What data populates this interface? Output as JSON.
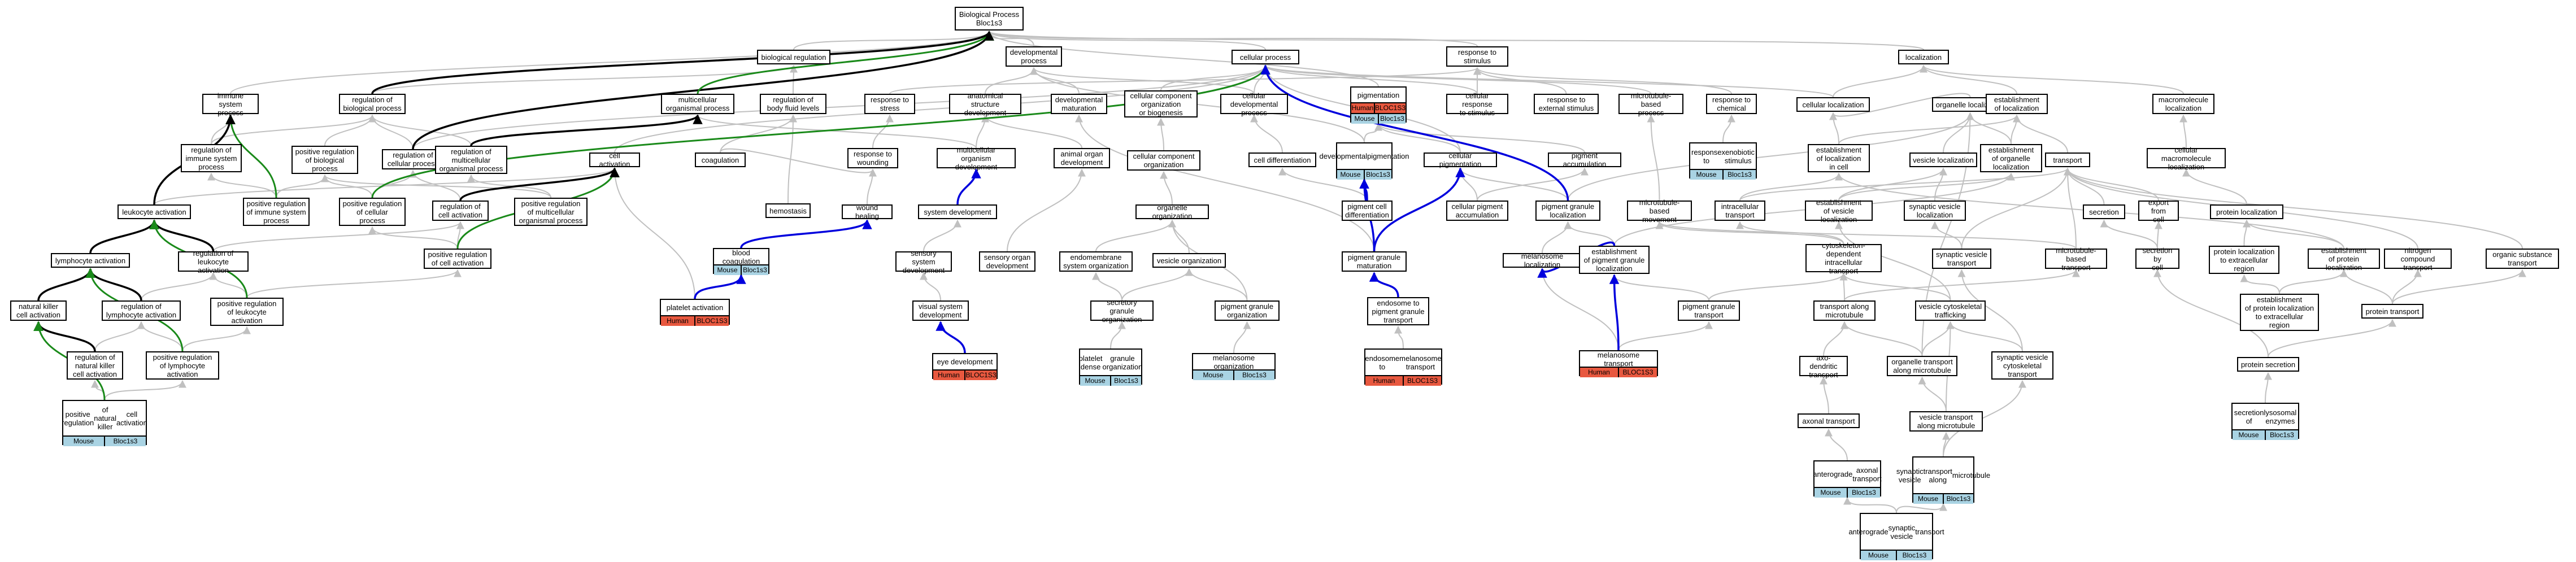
{
  "graph": {
    "nodes": [
      {
        "id": "bp",
        "lines": [
          "Biological Process",
          "Bloc1s3"
        ]
      },
      {
        "id": "breg",
        "lines": [
          "biological regulation"
        ]
      },
      {
        "id": "devproc",
        "lines": [
          "developmental",
          "process"
        ]
      },
      {
        "id": "cellproc",
        "lines": [
          "cellular process"
        ]
      },
      {
        "id": "resp",
        "lines": [
          "response to",
          "stimulus"
        ]
      },
      {
        "id": "loc",
        "lines": [
          "localization"
        ]
      },
      {
        "id": "imm",
        "lines": [
          "immune system",
          "process"
        ]
      },
      {
        "id": "regbp",
        "lines": [
          "regulation of",
          "biological process"
        ]
      },
      {
        "id": "multi",
        "lines": [
          "multicellular",
          "organismal process"
        ]
      },
      {
        "id": "regbq",
        "lines": [
          "regulation of",
          "body fluid levels"
        ]
      },
      {
        "id": "rstress",
        "lines": [
          "response to",
          "stress"
        ]
      },
      {
        "id": "anat",
        "lines": [
          "anatomical structure",
          "development"
        ]
      },
      {
        "id": "devmat",
        "lines": [
          "developmental",
          "maturation"
        ]
      },
      {
        "id": "ccorg",
        "lines": [
          "cellular component",
          "organization",
          "or biogenesis"
        ]
      },
      {
        "id": "celldev",
        "lines": [
          "cellular developmental",
          "process"
        ]
      },
      {
        "id": "pigm",
        "lines": [
          "pigmentation"
        ],
        "tags": [
          "Human",
          "BLOC1S3",
          "Mouse",
          "Bloc1s3"
        ]
      },
      {
        "id": "cellresp",
        "lines": [
          "cellular response",
          "to stimulus"
        ]
      },
      {
        "id": "rext",
        "lines": [
          "response to",
          "external stimulus"
        ]
      },
      {
        "id": "mtproc",
        "lines": [
          "microtubule-based",
          "process"
        ]
      },
      {
        "id": "rchem",
        "lines": [
          "response to",
          "chemical"
        ]
      },
      {
        "id": "cellloc",
        "lines": [
          "cellular localization"
        ]
      },
      {
        "id": "orgloc",
        "lines": [
          "organelle localization"
        ]
      },
      {
        "id": "estloc",
        "lines": [
          "establishment",
          "of localization"
        ]
      },
      {
        "id": "macroloc",
        "lines": [
          "macromolecule",
          "localization"
        ]
      },
      {
        "id": "regimm",
        "lines": [
          "regulation of",
          "immune system",
          "process"
        ]
      },
      {
        "id": "posregbp",
        "lines": [
          "positive regulation",
          "of biological",
          "process"
        ]
      },
      {
        "id": "regcp",
        "lines": [
          "regulation of",
          "cellular process"
        ]
      },
      {
        "id": "regmulti",
        "lines": [
          "regulation of",
          "multicellular",
          "organismal process"
        ]
      },
      {
        "id": "cellact",
        "lines": [
          "cell activation"
        ]
      },
      {
        "id": "coag",
        "lines": [
          "coagulation"
        ]
      },
      {
        "id": "hemo",
        "lines": [
          "hemostasis"
        ]
      },
      {
        "id": "rwound",
        "lines": [
          "response to",
          "wounding"
        ]
      },
      {
        "id": "multidev",
        "lines": [
          "multicellular",
          "organism development"
        ]
      },
      {
        "id": "animal",
        "lines": [
          "animal organ",
          "development"
        ]
      },
      {
        "id": "ccorg2",
        "lines": [
          "cellular component",
          "organization"
        ]
      },
      {
        "id": "celldiff",
        "lines": [
          "cell differentiation"
        ]
      },
      {
        "id": "devpig",
        "lines": [
          "developmental",
          "pigmentation"
        ],
        "tags": [
          "Mouse",
          "Bloc1s3"
        ]
      },
      {
        "id": "cellpig",
        "lines": [
          "cellular pigmentation"
        ]
      },
      {
        "id": "pigacc",
        "lines": [
          "pigment accumulation"
        ]
      },
      {
        "id": "rxeno",
        "lines": [
          "response to",
          "xenobiotic stimulus"
        ],
        "tags": [
          "Mouse",
          "Bloc1s3"
        ]
      },
      {
        "id": "estlocc",
        "lines": [
          "establishment",
          "of localization",
          "in cell"
        ]
      },
      {
        "id": "vesloc",
        "lines": [
          "vesicle localization"
        ]
      },
      {
        "id": "estorg",
        "lines": [
          "establishment",
          "of organelle",
          "localization"
        ]
      },
      {
        "id": "transport",
        "lines": [
          "transport"
        ]
      },
      {
        "id": "cmloc",
        "lines": [
          "cellular macromolecule",
          "localization"
        ]
      },
      {
        "id": "posimm",
        "lines": [
          "positive regulation",
          "of immune system",
          "process"
        ]
      },
      {
        "id": "posregcp",
        "lines": [
          "positive regulation",
          "of cellular",
          "process"
        ]
      },
      {
        "id": "regcellact",
        "lines": [
          "regulation of",
          "cell activation"
        ]
      },
      {
        "id": "posregmulti",
        "lines": [
          "positive regulation",
          "of multicellular",
          "organismal process"
        ]
      },
      {
        "id": "woundh",
        "lines": [
          "wound healing"
        ]
      },
      {
        "id": "sysdev",
        "lines": [
          "system development"
        ]
      },
      {
        "id": "orgorg",
        "lines": [
          "organelle organization"
        ]
      },
      {
        "id": "pigcd",
        "lines": [
          "pigment cell",
          "differentiation"
        ]
      },
      {
        "id": "cpacc",
        "lines": [
          "cellular pigment",
          "accumulation"
        ]
      },
      {
        "id": "pgloc",
        "lines": [
          "pigment granule",
          "localization"
        ]
      },
      {
        "id": "mtmove",
        "lines": [
          "microtubule-based",
          "movement"
        ]
      },
      {
        "id": "intra",
        "lines": [
          "intracellular",
          "transport"
        ]
      },
      {
        "id": "estvesloc",
        "lines": [
          "establishment",
          "of vesicle localization"
        ]
      },
      {
        "id": "synvesloc",
        "lines": [
          "synaptic vesicle",
          "localization"
        ]
      },
      {
        "id": "secretion",
        "lines": [
          "secretion"
        ]
      },
      {
        "id": "export",
        "lines": [
          "export from",
          "cell"
        ]
      },
      {
        "id": "protloc",
        "lines": [
          "protein localization"
        ]
      },
      {
        "id": "leukact",
        "lines": [
          "leukocyte activation"
        ]
      },
      {
        "id": "posregcellact",
        "lines": [
          "positive regulation",
          "of cell activation"
        ]
      },
      {
        "id": "blood",
        "lines": [
          "blood coagulation"
        ],
        "tags": [
          "Mouse",
          "Bloc1s3"
        ]
      },
      {
        "id": "sensdev",
        "lines": [
          "sensory system",
          "development"
        ]
      },
      {
        "id": "sensorg",
        "lines": [
          "sensory organ",
          "development"
        ]
      },
      {
        "id": "endomem",
        "lines": [
          "endomembrane",
          "system organization"
        ]
      },
      {
        "id": "vesorg",
        "lines": [
          "vesicle organization"
        ]
      },
      {
        "id": "pgmat",
        "lines": [
          "pigment granule",
          "maturation"
        ]
      },
      {
        "id": "melloc",
        "lines": [
          "melanosome localization"
        ]
      },
      {
        "id": "estpg",
        "lines": [
          "establishment",
          "of pigment granule",
          "localization"
        ]
      },
      {
        "id": "cytodep",
        "lines": [
          "cytoskeleton-dependent",
          "intracellular",
          "transport"
        ]
      },
      {
        "id": "synvt",
        "lines": [
          "synaptic vesicle",
          "transport"
        ]
      },
      {
        "id": "mtbt",
        "lines": [
          "microtubule-based",
          "transport"
        ]
      },
      {
        "id": "secbycell",
        "lines": [
          "secretion by",
          "cell"
        ]
      },
      {
        "id": "protlocext",
        "lines": [
          "protein localization",
          "to extracellular",
          "region"
        ]
      },
      {
        "id": "estprotloc",
        "lines": [
          "establishment",
          "of protein localization"
        ]
      },
      {
        "id": "nitro",
        "lines": [
          "nitrogen compound",
          "transport"
        ]
      },
      {
        "id": "organic",
        "lines": [
          "organic substance",
          "transport"
        ]
      },
      {
        "id": "lymph",
        "lines": [
          "lymphocyte activation"
        ]
      },
      {
        "id": "regleuk",
        "lines": [
          "regulation of",
          "leukocyte activation"
        ]
      },
      {
        "id": "platelet",
        "lines": [
          "platelet activation"
        ],
        "tags": [
          "Human",
          "BLOC1S3"
        ]
      },
      {
        "id": "visdev",
        "lines": [
          "visual system",
          "development"
        ]
      },
      {
        "id": "secgran",
        "lines": [
          "secretory granule",
          "organization"
        ]
      },
      {
        "id": "pgorg",
        "lines": [
          "pigment granule",
          "organization"
        ]
      },
      {
        "id": "endosome",
        "lines": [
          "endosome to",
          "pigment granule",
          "transport"
        ]
      },
      {
        "id": "pgtrans",
        "lines": [
          "pigment granule",
          "transport"
        ]
      },
      {
        "id": "mttrans",
        "lines": [
          "transport along",
          "microtubule"
        ]
      },
      {
        "id": "vescyto",
        "lines": [
          "vesicle cytoskeletal",
          "trafficking"
        ]
      },
      {
        "id": "estprotext",
        "lines": [
          "establishment",
          "of protein localization",
          "to extracellular",
          "region"
        ]
      },
      {
        "id": "prottrans",
        "lines": [
          "protein transport"
        ]
      },
      {
        "id": "nk",
        "lines": [
          "natural killer",
          "cell activation"
        ]
      },
      {
        "id": "reglymph",
        "lines": [
          "regulation of",
          "lymphocyte activation"
        ]
      },
      {
        "id": "posleuk",
        "lines": [
          "positive regulation",
          "of leukocyte",
          "activation"
        ]
      },
      {
        "id": "eyedev",
        "lines": [
          "eye development"
        ],
        "tags": [
          "Human",
          "BLOC1S3"
        ]
      },
      {
        "id": "platdense",
        "lines": [
          "platelet dense",
          "granule organization"
        ],
        "tags": [
          "Mouse",
          "Bloc1s3"
        ]
      },
      {
        "id": "melorg",
        "lines": [
          "melanosome organization"
        ],
        "tags": [
          "Mouse",
          "Bloc1s3"
        ]
      },
      {
        "id": "endomel",
        "lines": [
          "endosome to",
          "melanosome transport"
        ],
        "tags": [
          "Human",
          "BLOC1S3"
        ]
      },
      {
        "id": "meltrans",
        "lines": [
          "melanosome transport"
        ],
        "tags": [
          "Human",
          "BLOC1S3"
        ]
      },
      {
        "id": "axodend",
        "lines": [
          "axo-dendritic",
          "transport"
        ]
      },
      {
        "id": "orgtransmt",
        "lines": [
          "organelle transport",
          "along microtubule"
        ]
      },
      {
        "id": "synvcyto",
        "lines": [
          "synaptic vesicle",
          "cytoskeletal",
          "transport"
        ]
      },
      {
        "id": "protsec",
        "lines": [
          "protein secretion"
        ]
      },
      {
        "id": "regnk",
        "lines": [
          "regulation of",
          "natural killer",
          "cell activation"
        ]
      },
      {
        "id": "poslymph",
        "lines": [
          "positive regulation",
          "of lymphocyte",
          "activation"
        ]
      },
      {
        "id": "axonal",
        "lines": [
          "axonal transport"
        ]
      },
      {
        "id": "vesmt",
        "lines": [
          "vesicle transport",
          "along microtubule"
        ]
      },
      {
        "id": "seclyso",
        "lines": [
          "secretion of",
          "lysosomal enzymes"
        ],
        "tags": [
          "Mouse",
          "Bloc1s3"
        ]
      },
      {
        "id": "posnk",
        "lines": [
          "positive regulation",
          "of natural killer",
          "cell activation"
        ],
        "tags": [
          "Mouse",
          "Bloc1s3"
        ]
      },
      {
        "id": "antero",
        "lines": [
          "anterograde",
          "axonal transport"
        ],
        "tags": [
          "Mouse",
          "Bloc1s3"
        ]
      },
      {
        "id": "synvmt",
        "lines": [
          "synaptic vesicle",
          "transport along",
          "microtubule"
        ],
        "tags": [
          "Mouse",
          "Bloc1s3"
        ]
      },
      {
        "id": "anterosyn",
        "lines": [
          "anterograde",
          "synaptic vesicle",
          "transport"
        ],
        "tags": [
          "Mouse",
          "Bloc1s3"
        ]
      }
    ],
    "colors": {
      "human": "#e8583f",
      "mouse": "#a9d3e3",
      "edge": "#c0c0c0",
      "black": "#000000",
      "green": "#1a8a1a",
      "blue": "#0000dd"
    }
  }
}
